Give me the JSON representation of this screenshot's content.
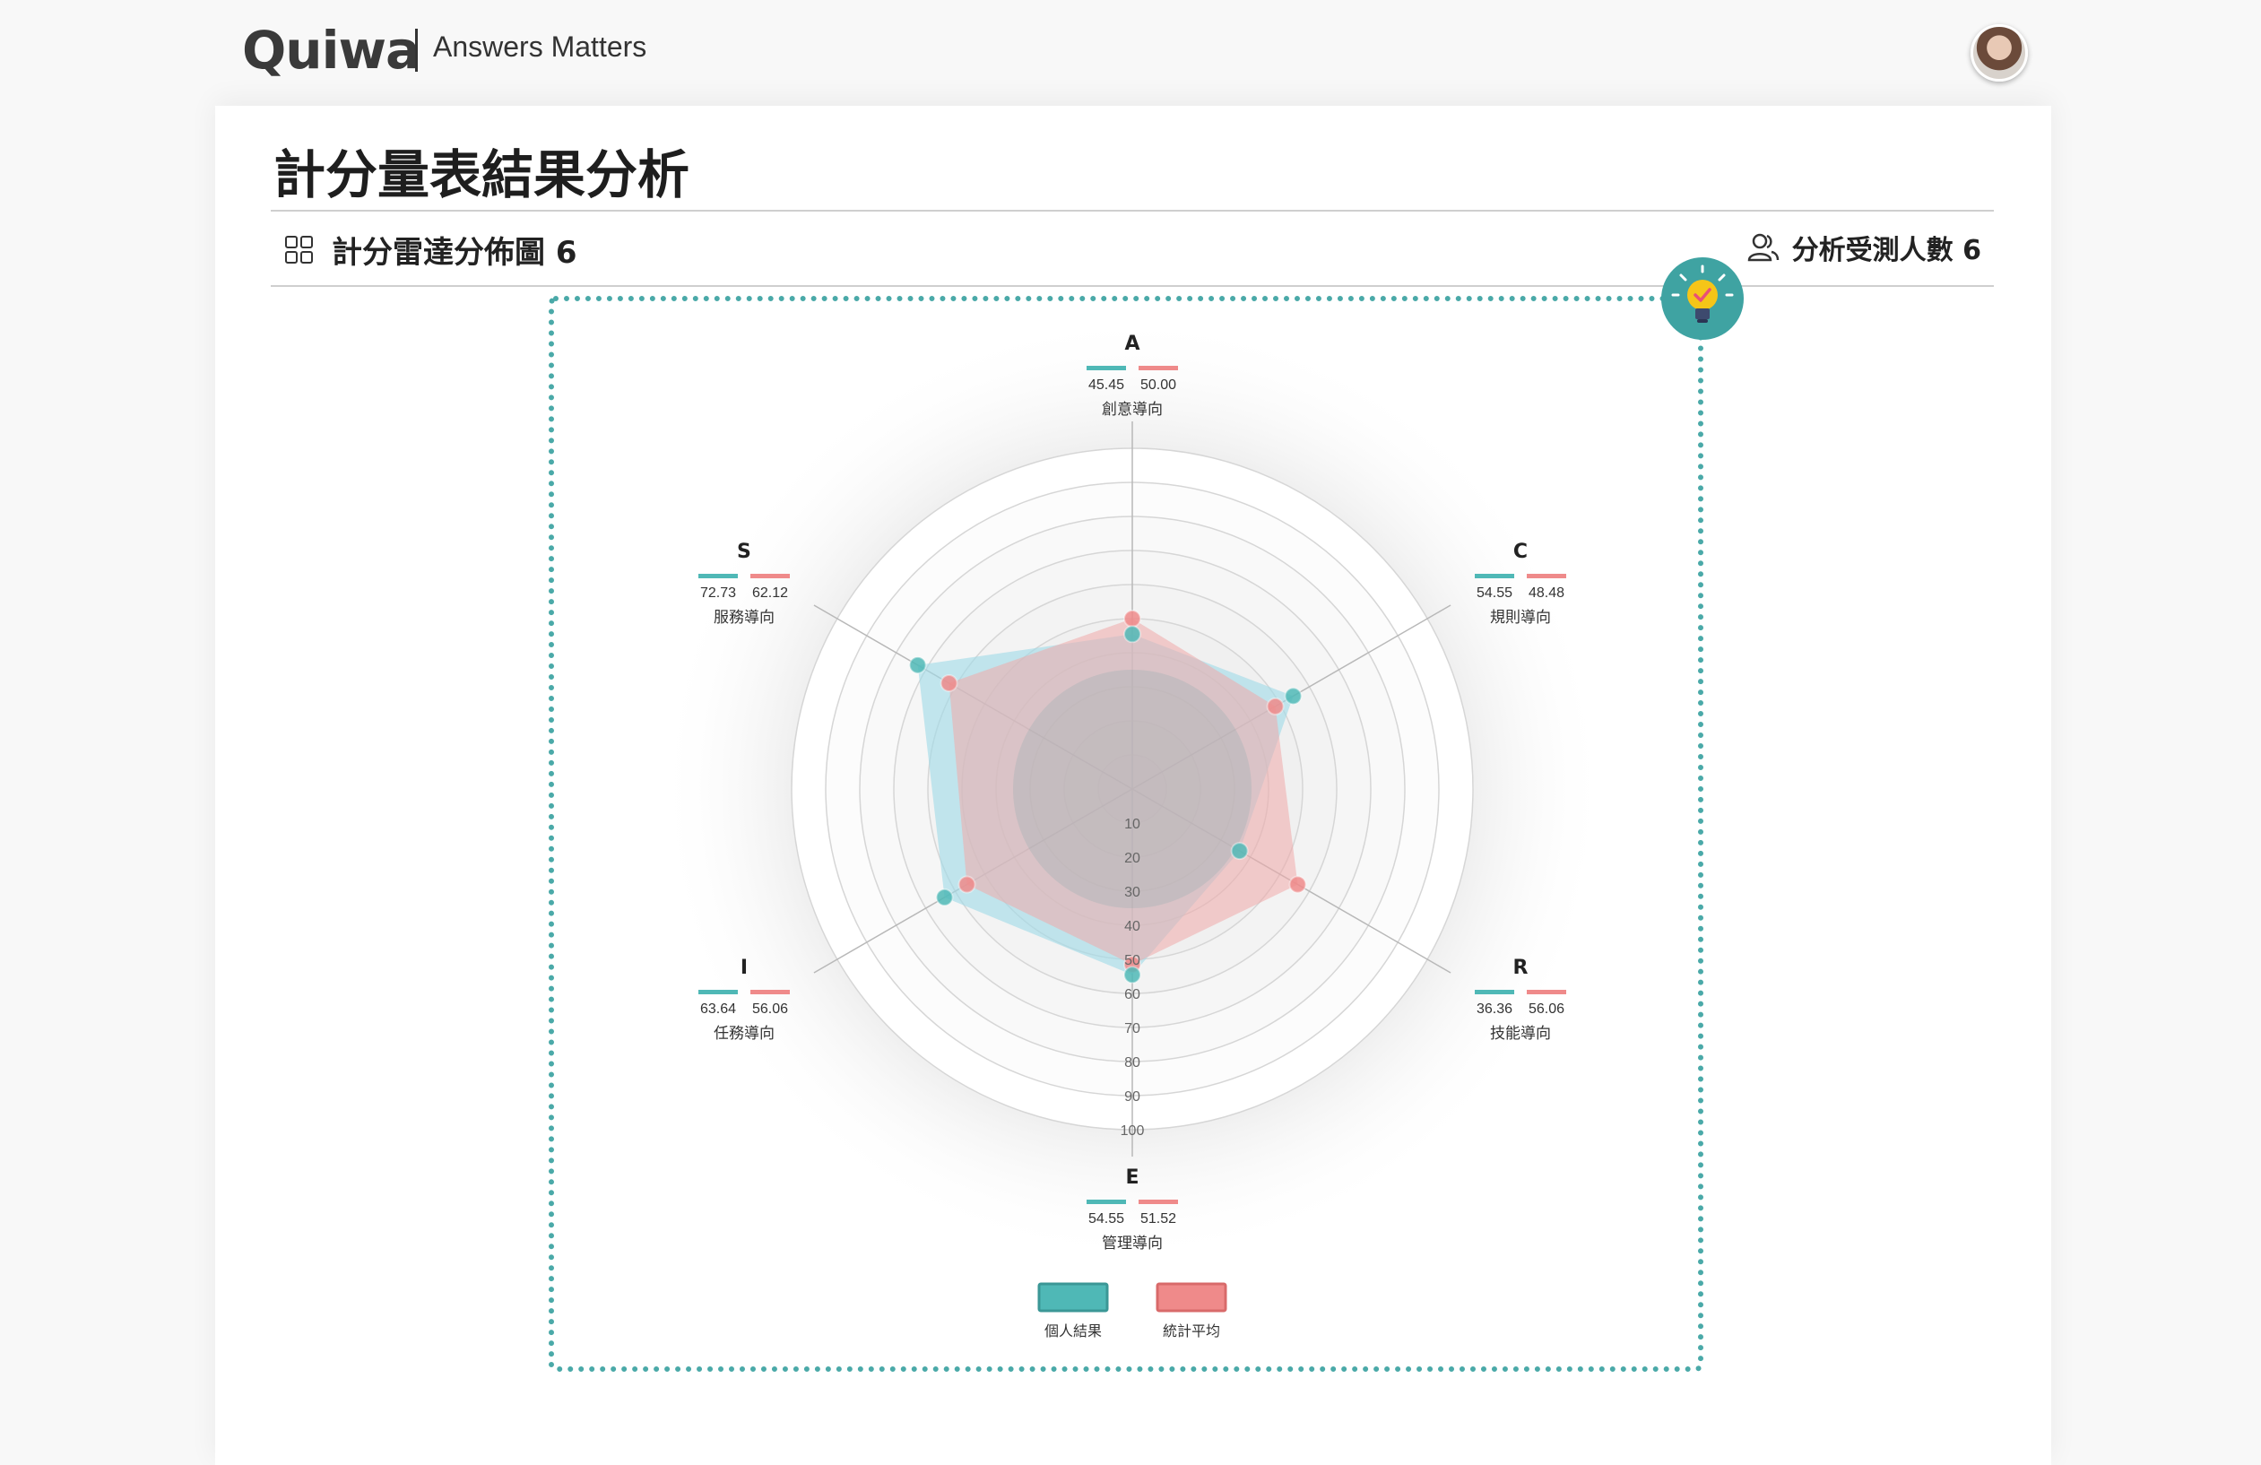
{
  "app": {
    "logo": "Quiwa",
    "tagline": "Answers Matters"
  },
  "page": {
    "title": "計分量表結果分析"
  },
  "section": {
    "title": "計分雷達分佈圖 6",
    "respondents": "分析受測人數 6"
  },
  "chart_data": {
    "type": "radar",
    "rlim": [
      0,
      100
    ],
    "r_ticks": [
      "10",
      "20",
      "30",
      "40",
      "50",
      "60",
      "70",
      "80",
      "90",
      "100"
    ],
    "categories": [
      {
        "key": "A",
        "label": "創意導向"
      },
      {
        "key": "C",
        "label": "規則導向"
      },
      {
        "key": "R",
        "label": "技能導向"
      },
      {
        "key": "E",
        "label": "管理導向"
      },
      {
        "key": "I",
        "label": "任務導向"
      },
      {
        "key": "S",
        "label": "服務導向"
      }
    ],
    "series": [
      {
        "name": "個人結果",
        "color": "#4fb8b6",
        "values": [
          45.45,
          54.55,
          36.36,
          54.55,
          63.64,
          72.73
        ]
      },
      {
        "name": "統計平均",
        "color": "#ef8a8a",
        "values": [
          50.0,
          48.48,
          56.06,
          51.52,
          56.06,
          62.12
        ]
      }
    ],
    "value_labels": {
      "A": [
        "45.45",
        "50.00"
      ],
      "C": [
        "54.55",
        "48.48"
      ],
      "R": [
        "36.36",
        "56.06"
      ],
      "E": [
        "54.55",
        "51.52"
      ],
      "I": [
        "63.64",
        "56.06"
      ],
      "S": [
        "72.73",
        "62.12"
      ]
    },
    "legend": "bottom",
    "colors": {
      "personal_fill": "#9fdbe7",
      "average_fill": "#f0a9a9"
    }
  }
}
